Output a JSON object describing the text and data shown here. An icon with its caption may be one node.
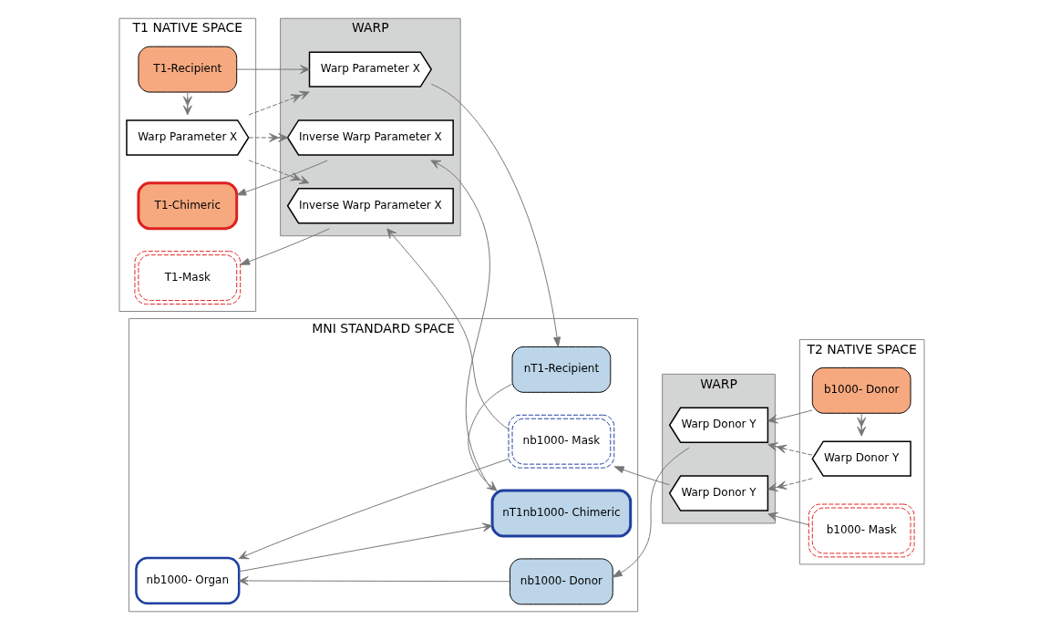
{
  "diagram": {
    "nodes": [
      {
        "text": [
          "T1 NATIVE SPACE"
        ]
      },
      {
        "text": [
          "WARP"
        ]
      },
      {
        "text": [
          "MNI STANDARD SPACE"
        ]
      },
      {
        "text": [
          "WARP"
        ]
      },
      {
        "text": [
          "T2 NATIVE SPACE"
        ]
      },
      {
        "text": [
          "T1-Recipient"
        ],
        "in": 0
      },
      {
        "text": [
          "Warp Parameter X"
        ],
        "in": 1
      },
      {
        "text": [
          "nT1-Recipient"
        ],
        "in": 2
      },
      {
        "text": [
          "Warp Parameter X"
        ],
        "in": 0
      },
      {
        "text": [
          "nb1000- Donor"
        ],
        "in": 2
      },
      {
        "text": [
          "Warp Donor Y"
        ],
        "in": 3
      },
      {
        "text": [
          "b1000- Donor"
        ],
        "in": 4
      },
      {
        "text": [
          "nb1000- Organ"
        ],
        "in": 2
      },
      {
        "text": [
          "Warp Donor Y"
        ],
        "in": 4
      },
      {
        "text": [
          "nb1000- Mask"
        ],
        "in": 2
      },
      {
        "text": [
          "Warp Donor Y"
        ],
        "in": 3
      },
      {
        "text": [
          "b1000- Mask"
        ],
        "in": 4
      },
      {
        "text": [
          "T1-Chimeric"
        ],
        "in": 0
      },
      {
        "text": [
          "Inverse Warp Parameter X"
        ],
        "in": 1
      },
      {
        "text": [
          "nT1nb1000- Chimeric"
        ],
        "in": 2
      },
      {
        "text": [
          "T1-Mask"
        ],
        "in": 0
      },
      {
        "text": [
          "Inverse Warp Parameter X"
        ],
        "in": 1
      }
    ],
    "edges": [
      {
        "from": 5,
        "to": 6,
        "arrow": "to"
      },
      {
        "from": 6,
        "to": 7,
        "arrow": "to"
      },
      {
        "from": 5,
        "to": 8,
        "arrow": "to",
        "style": "dashed"
      },
      {
        "from": 8,
        "to": 6,
        "arrow": "to",
        "style": "dashed"
      },
      {
        "from": 8,
        "to": 18,
        "arrow": "to",
        "style": "dashed"
      },
      {
        "from": 8,
        "to": 21,
        "arrow": "to",
        "style": "dashed"
      },
      {
        "from": 11,
        "to": 10,
        "arrow": "to"
      },
      {
        "from": 10,
        "to": 9,
        "arrow": "to"
      },
      {
        "from": 11,
        "to": 13,
        "arrow": "to",
        "style": "dashed"
      },
      {
        "from": 13,
        "to": 10,
        "arrow": "to",
        "style": "dashed"
      },
      {
        "from": 13,
        "to": 15,
        "arrow": "to",
        "style": "dashed"
      },
      {
        "from": 9,
        "to": 12,
        "arrow": "to"
      },
      {
        "from": 14,
        "to": 12,
        "arrow": "to"
      },
      {
        "from": 16,
        "to": 15,
        "arrow": "to"
      },
      {
        "from": 15,
        "to": 14,
        "arrow": "to"
      },
      {
        "from": 7,
        "to": 19,
        "arrow": "to"
      },
      {
        "from": 12,
        "to": 19,
        "arrow": "to"
      },
      {
        "from": 19,
        "to": 18,
        "arrow": "to"
      },
      {
        "from": 18,
        "to": 17,
        "arrow": "to"
      },
      {
        "from": 14,
        "to": 21,
        "arrow": "to"
      },
      {
        "from": 21,
        "to": 20,
        "arrow": "to"
      }
    ]
  }
}
